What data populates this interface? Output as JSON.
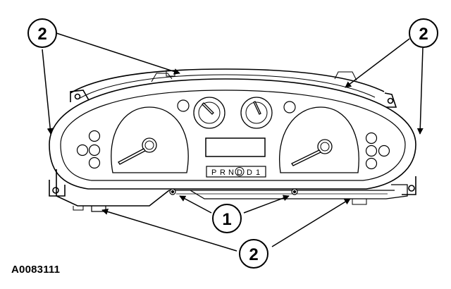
{
  "callouts": {
    "top_left": "2",
    "top_right": "2",
    "bottom_center": "2",
    "mounting_screws": "1"
  },
  "gear_indicator": [
    "P",
    "R",
    "N",
    "D",
    "D",
    "1"
  ],
  "figure_id": "A0083111",
  "colors": {
    "ink": "#000000",
    "paper": "#ffffff"
  }
}
